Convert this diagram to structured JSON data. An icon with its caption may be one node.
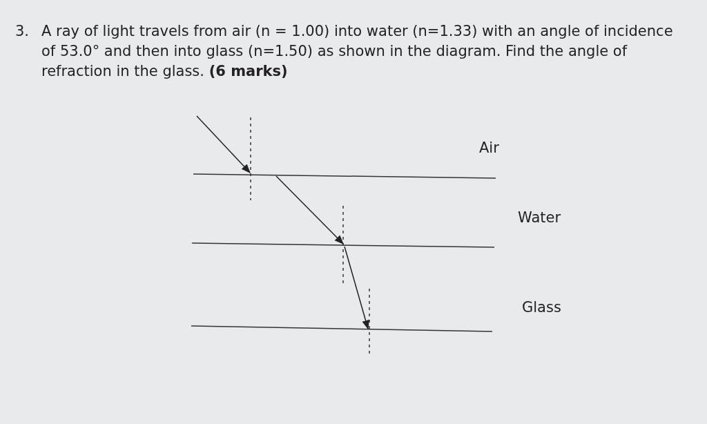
{
  "diagram": {
    "title": "A ray of light travels from air (n = 1.00) into water (n=1.33) with an angle of incidence of 53.0° and then into glass (n=1.50) as shown in the diagram. Find the angle of refraction in the glass. **(6 marks)**",
    "labels": [
      "3.",
      "Air",
      "Water",
      "Glass"
    ]
  }
}
